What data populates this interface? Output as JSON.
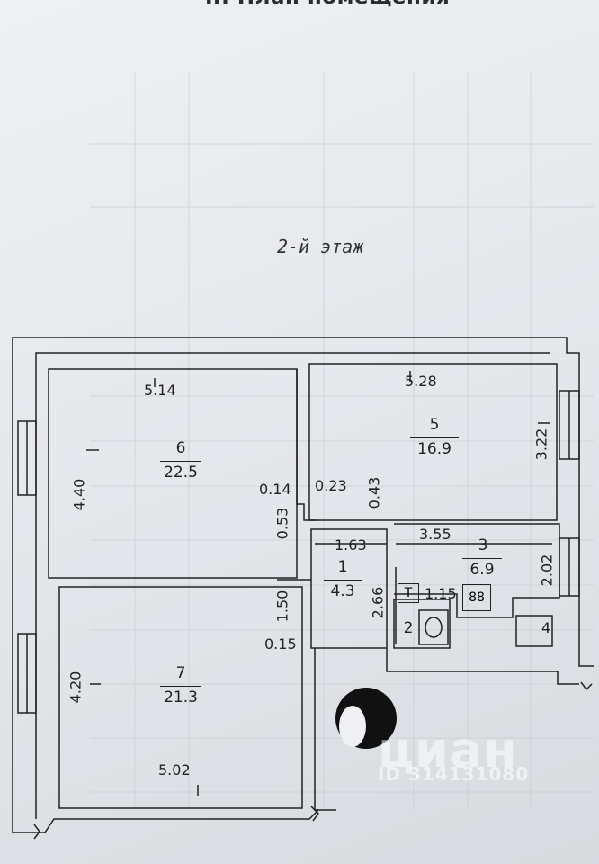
{
  "header": {
    "title": "II. План помещения",
    "floor_label": "2-й этаж"
  },
  "rooms": [
    {
      "number": "1",
      "area": "4.3"
    },
    {
      "number": "2",
      "area": ""
    },
    {
      "number": "3",
      "area": "6.9"
    },
    {
      "number": "5",
      "area": "16.9"
    },
    {
      "number": "6",
      "area": "22.5"
    },
    {
      "number": "7",
      "area": "21.3"
    }
  ],
  "dimensions": {
    "room6_width": "5.14",
    "room6_height": "4.40",
    "room5_width": "5.28",
    "room5_height": "3.22",
    "partition_014": "0.14",
    "partition_023": "0.23",
    "partition_043": "0.43",
    "partition_053": "0.53",
    "room1_width": "1.63",
    "room1_height": "1.50",
    "wall_015": "0.15",
    "room3_width": "3.55",
    "room3_height": "2.02",
    "room2_height": "2.66",
    "room2_width": "1.15",
    "room7_height": "4.20",
    "room7_width": "5.02",
    "room4_label": "4"
  },
  "fixtures": {
    "toilet_symbol": "T",
    "stove_symbol": "88"
  },
  "watermark": {
    "brand": "циан",
    "id": "ID 314131080"
  }
}
